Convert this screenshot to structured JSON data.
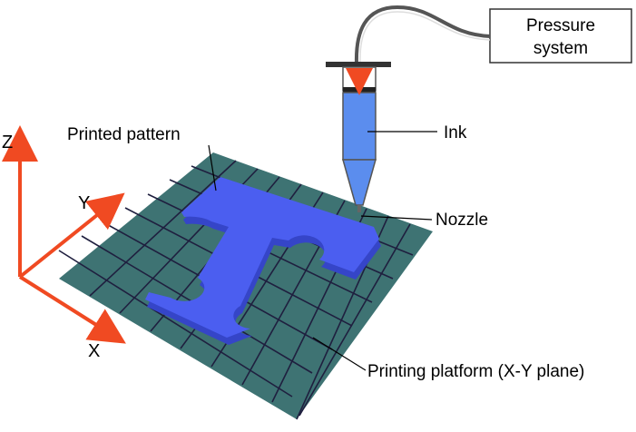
{
  "labels": {
    "pressure_line1": "Pressure",
    "pressure_line2": "system",
    "ink": "Ink",
    "nozzle": "Nozzle",
    "printed_pattern": "Printed pattern",
    "platform": "Printing platform (X-Y plane)"
  },
  "axes": {
    "x": "X",
    "y": "Y",
    "z": "Z"
  },
  "colors": {
    "platform": "#3e7373",
    "grid": "#1f1f3f",
    "pattern": "#4b5ef0",
    "pattern_side": "#3545c8",
    "ink": "#5b8dee",
    "axis": "#f04a22"
  }
}
